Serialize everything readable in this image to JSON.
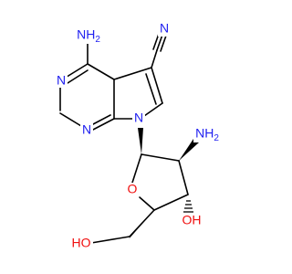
{
  "structure": {
    "atoms": {
      "amino_top": {
        "label": "NH2",
        "color": "#2020f0"
      },
      "n_pyr_1": {
        "label": "N",
        "color": "#2020f0"
      },
      "n_pyr_3": {
        "label": "N",
        "color": "#2020f0"
      },
      "n_pyrrole": {
        "label": "N",
        "color": "#2020f0"
      },
      "nitrile_n": {
        "label": "N",
        "color": "#2020f0"
      },
      "amino_sugar": {
        "label": "NH2",
        "color": "#2020f0"
      },
      "ring_o": {
        "label": "O",
        "color": "#f01010"
      },
      "hydroxy_3": {
        "label": "OH",
        "color": "#f01010"
      },
      "hydroxy_5": {
        "label": "HO",
        "color": "#f01010"
      }
    }
  }
}
